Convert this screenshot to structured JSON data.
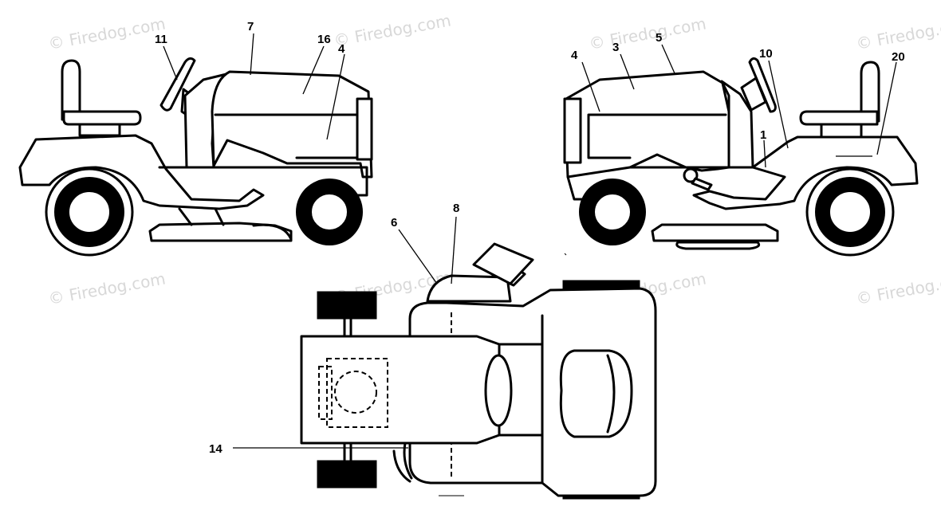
{
  "diagram": {
    "watermark_text": "© Firedog.com",
    "callouts": {
      "left_view": [
        "11",
        "7",
        "16",
        "4"
      ],
      "right_view": [
        "4",
        "3",
        "5",
        "10",
        "20",
        "1"
      ],
      "top_view": [
        "6",
        "8",
        "14"
      ]
    },
    "colors": {
      "line": "#000000",
      "watermark": "#d8d8d8"
    }
  }
}
